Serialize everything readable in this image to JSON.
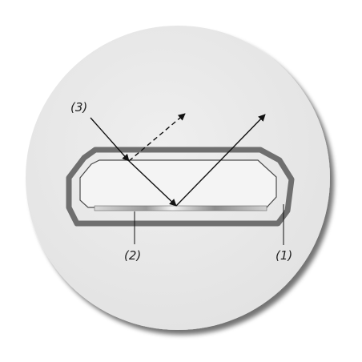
{
  "diagram": {
    "labels": {
      "reflector": "(1)",
      "sensor": "(2)",
      "incident_ray": "(3)"
    },
    "colors": {
      "background_disc": "#e8e8e8",
      "disc_shadow": "#7a7a7a",
      "housing": "#6f6f6f",
      "glass": "#f4f4f4",
      "glass_edge": "#4a4a4a",
      "ray": "#111111"
    },
    "icons": [
      "arrowhead-icon"
    ]
  }
}
